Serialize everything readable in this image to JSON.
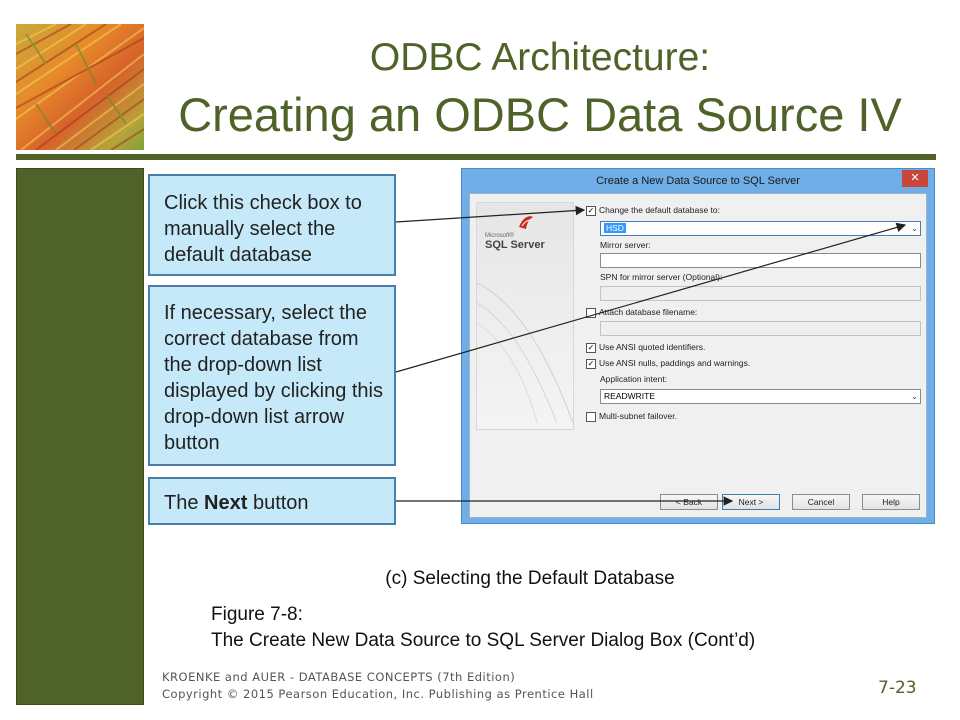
{
  "slide": {
    "title_line1": "ODBC Architecture:",
    "title_line2": "Creating an ODBC Data Source IV",
    "accent_color": "#4f6228",
    "caption": "(c) Selecting the Default Database",
    "figure_label": "Figure 7-8:",
    "figure_title": "The Create New Data Source to SQL Server Dialog Box (Cont’d)",
    "footer_line1": "KROENKE and AUER -  DATABASE CONCEPTS (7th Edition)",
    "footer_line2": "Copyright © 2015 Pearson Education, Inc. Publishing as Prentice Hall",
    "page_number": "7-23"
  },
  "callouts": {
    "c1": "Click this check box to manually select the default database",
    "c2": "If necessary, select the correct database from the drop-down list displayed by clicking this drop-down list arrow button",
    "c3_pre": "The ",
    "c3_bold": "Next",
    "c3_post": " button"
  },
  "dialog": {
    "title": "Create a New Data Source to SQL Server",
    "close_label": "✕",
    "logo_ms": "Microsoft®",
    "logo_text": "SQL Server",
    "change_db_label": "Change the default database to:",
    "change_db_checked": true,
    "db_value": "HSD",
    "mirror_label": "Mirror server:",
    "mirror_value": "",
    "spn_label": "SPN for mirror server (Optional):",
    "attach_label": "Attach database filename:",
    "attach_checked": false,
    "ansi_quoted_label": "Use ANSI quoted identifiers.",
    "ansi_quoted_checked": true,
    "ansi_nulls_label": "Use ANSI nulls, paddings and warnings.",
    "ansi_nulls_checked": true,
    "intent_label": "Application intent:",
    "intent_value": "READWRITE",
    "multisubnet_label": "Multi-subnet failover.",
    "multisubnet_checked": false,
    "check_mark": "✓",
    "back_label": "< Back",
    "next_label": "Next >",
    "cancel_label": "Cancel",
    "help_label": "Help"
  }
}
